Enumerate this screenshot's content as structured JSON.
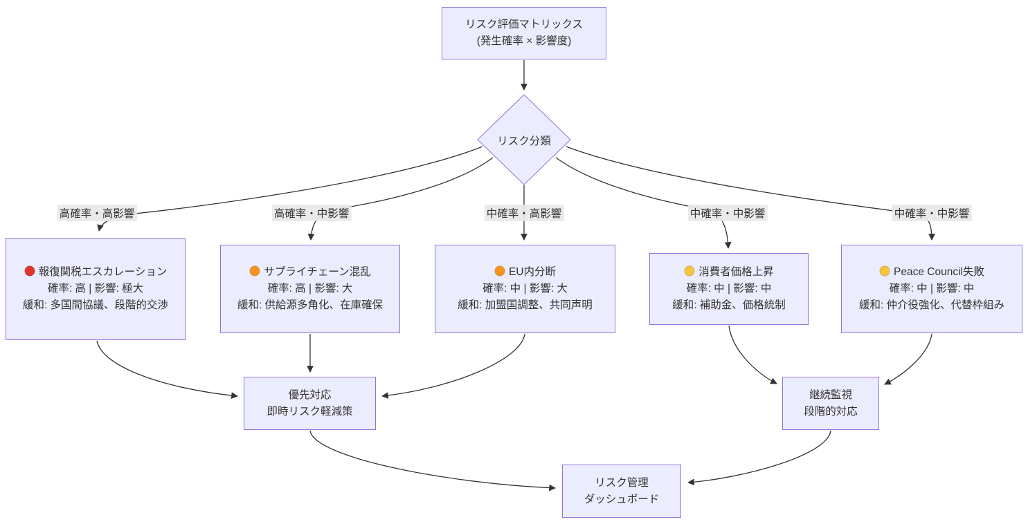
{
  "diagram": {
    "root": {
      "line1": "リスク評価マトリックス",
      "line2": "(発生確率 × 影響度)"
    },
    "decision": {
      "label": "リスク分類"
    },
    "edge_labels": [
      "高確率・高影響",
      "高確率・中影響",
      "中確率・高影響",
      "中確率・中影響",
      "中確率・中影響"
    ],
    "risks": [
      {
        "icon": "red-circle",
        "icon_color": "#e0352b",
        "title": "報復関税エスカレーション",
        "prob_impact": "確率: 高 | 影響: 極大",
        "mitigation": "緩和: 多国間協議、段階的交渉"
      },
      {
        "icon": "orange-circle",
        "icon_color": "#f7941e",
        "title": "サプライチェーン混乱",
        "prob_impact": "確率: 高 | 影響: 大",
        "mitigation": "緩和: 供給源多角化、在庫確保"
      },
      {
        "icon": "orange-circle",
        "icon_color": "#f7941e",
        "title": "EU内分断",
        "prob_impact": "確率: 中 | 影響: 大",
        "mitigation": "緩和: 加盟国調整、共同声明"
      },
      {
        "icon": "yellow-circle",
        "icon_color": "#f2c53d",
        "title": "消費者価格上昇",
        "prob_impact": "確率: 中 | 影響: 中",
        "mitigation": "緩和: 補助金、価格統制"
      },
      {
        "icon": "yellow-circle",
        "icon_color": "#f2c53d",
        "title": "Peace Council失敗",
        "prob_impact": "確率: 中 | 影響: 中",
        "mitigation": "緩和: 仲介役強化、代替枠組み"
      }
    ],
    "priority": {
      "line1": "優先対応",
      "line2": "即時リスク軽減策"
    },
    "monitor": {
      "line1": "継続監視",
      "line2": "段階的対応"
    },
    "dashboard": {
      "line1": "リスク管理",
      "line2": "ダッシュボード"
    },
    "colors": {
      "node_fill": "#ECECFF",
      "node_border": "#9370DB",
      "edge": "#333333",
      "edge_label_bg": "#e8e8e8",
      "text": "#333333"
    }
  }
}
